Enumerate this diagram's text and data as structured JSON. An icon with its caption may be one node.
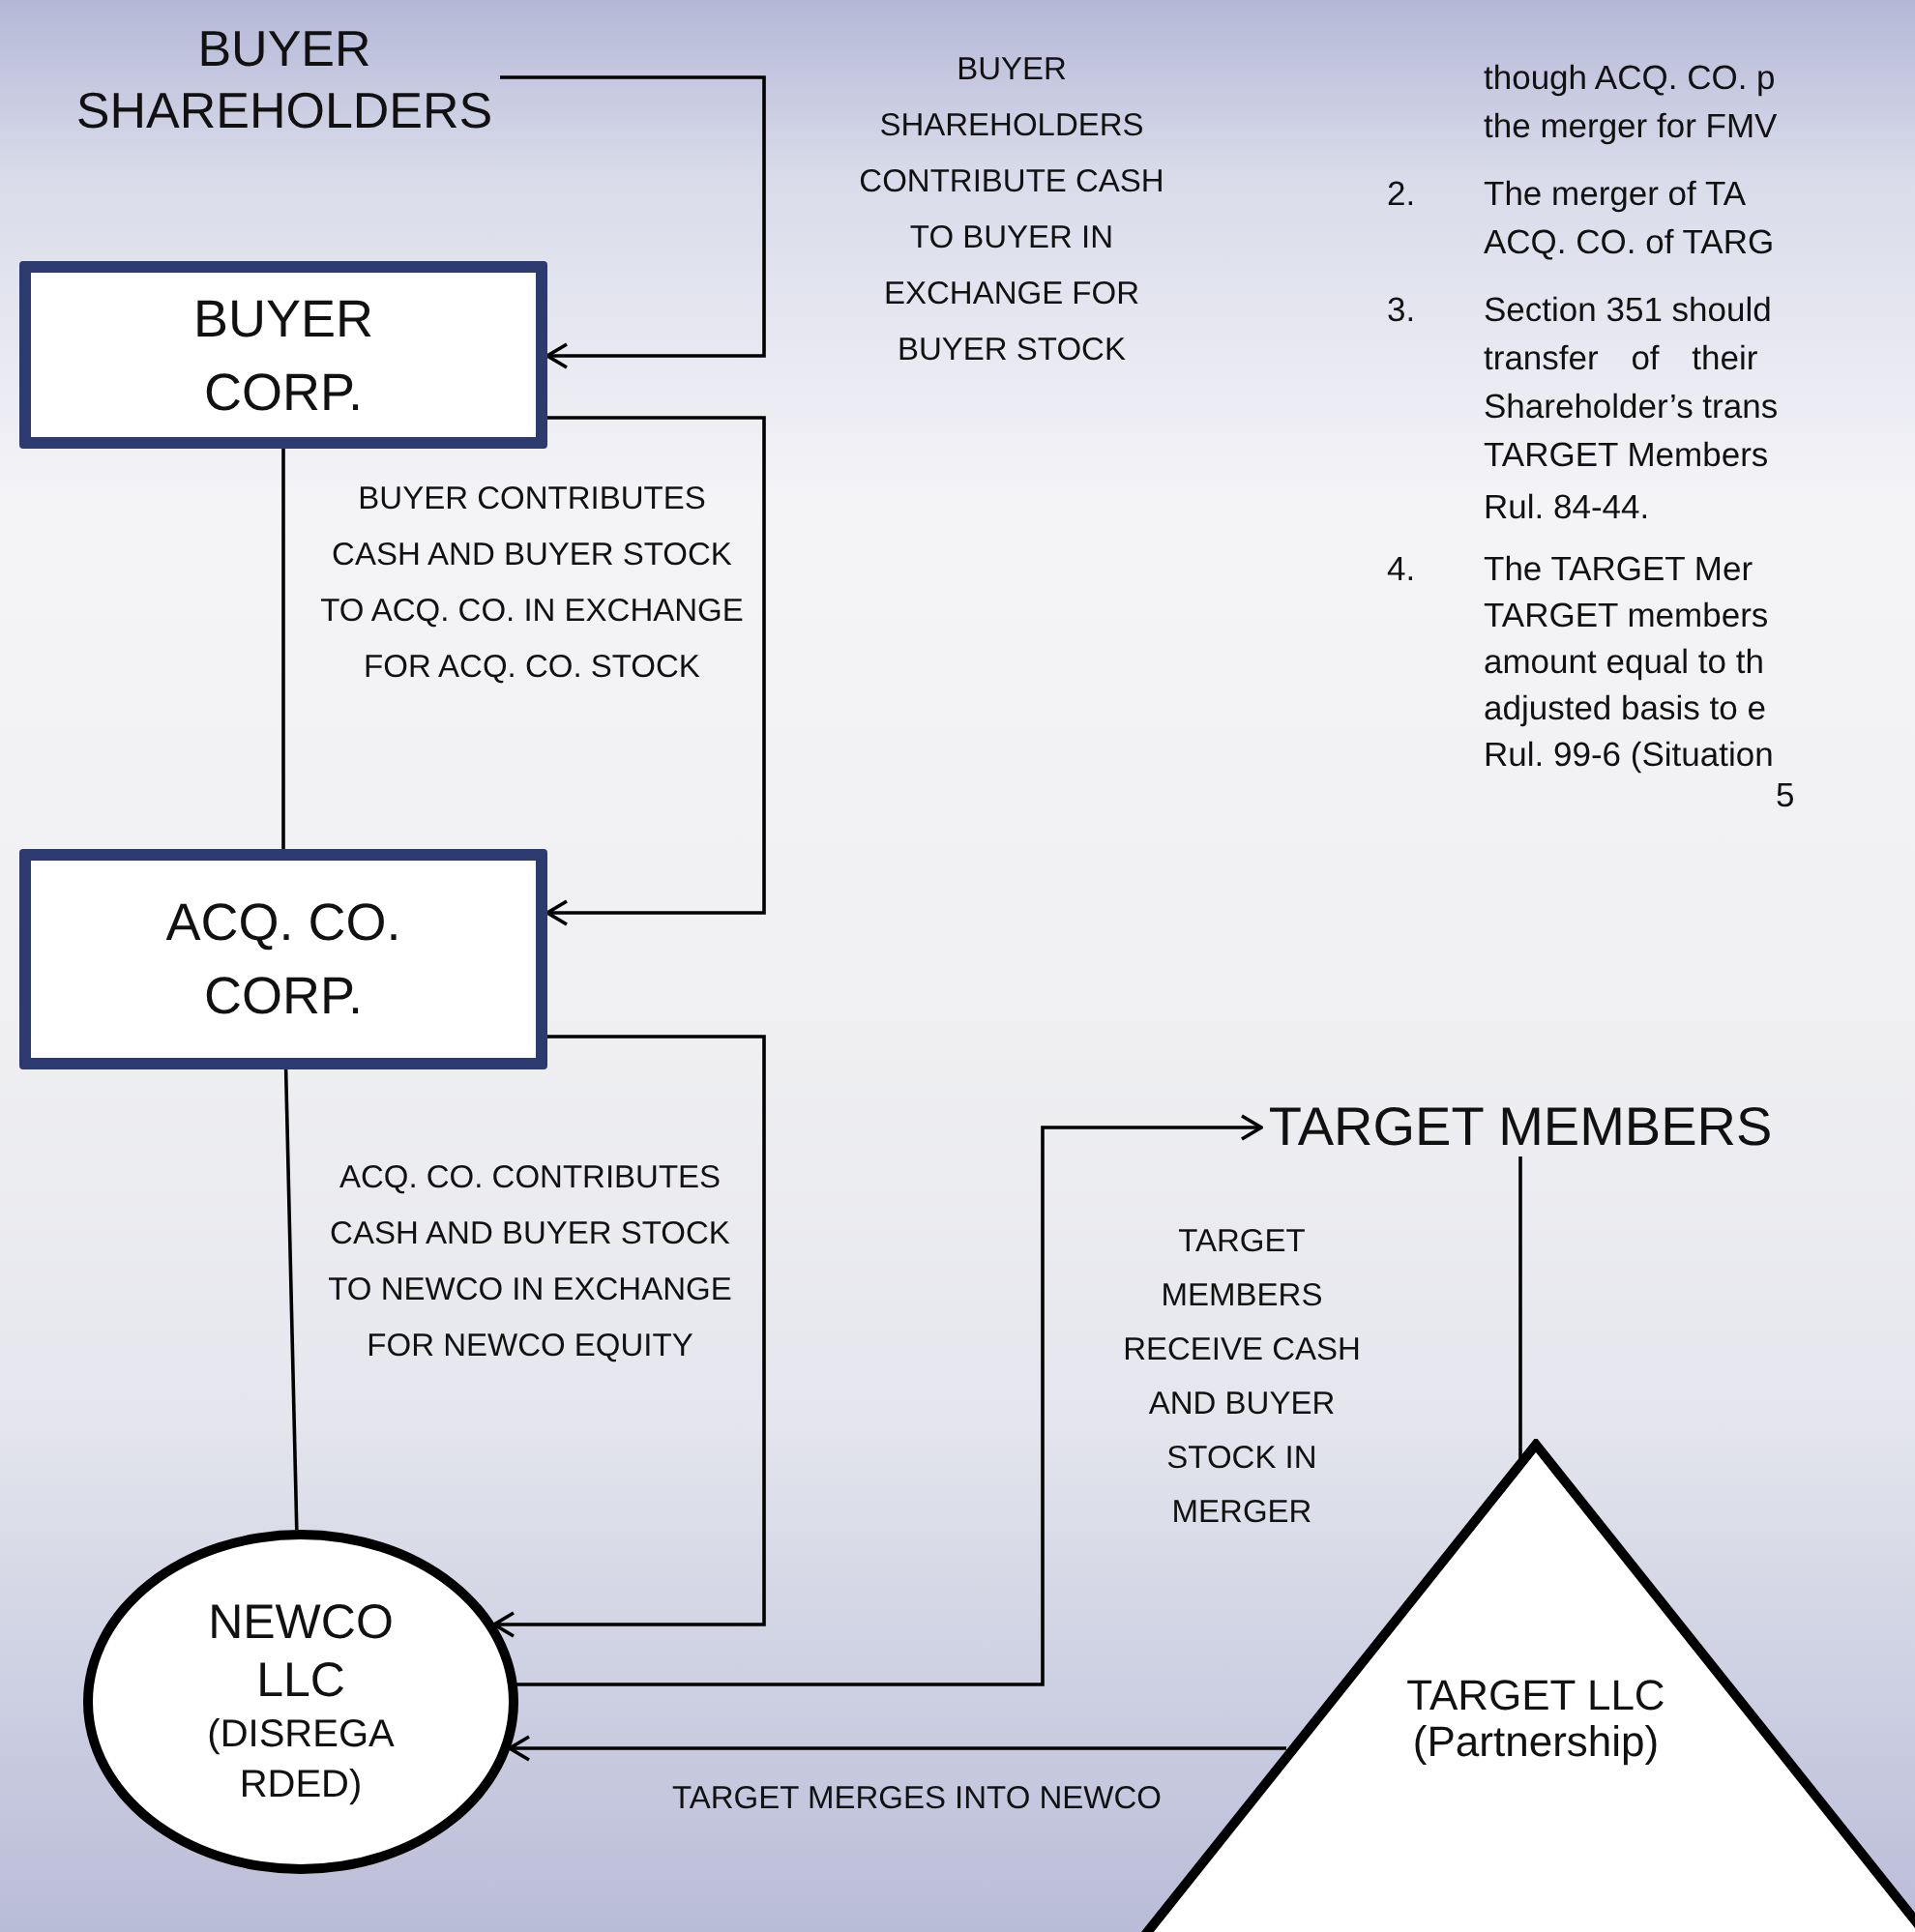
{
  "diagram": {
    "nodes": [
      {
        "text": [
          "BUYER SHAREHOLDERS"
        ]
      },
      {
        "text": [
          "BUYER CORP."
        ]
      },
      {
        "text": [
          "ACQ.  CO. CORP."
        ]
      },
      {
        "text": [
          "NEWCO LLC",
          "(DISREGA RDED)"
        ]
      },
      {
        "text": [
          "TARGET MEMBERS"
        ]
      },
      {
        "text": [
          "TARGET LLC",
          "(Partnership)"
        ]
      }
    ],
    "edges": [
      {
        "from": 0,
        "to": 1,
        "arrow": "to",
        "label": "BUYER SHAREHOLDERS CONTRIBUTE CASH TO BUYER IN EXCHANGE FOR BUYER STOCK"
      },
      {
        "from": 1,
        "to": 2,
        "arrow": "none"
      },
      {
        "from": 1,
        "to": 2,
        "arrow": "to",
        "label": "BUYER CONTRIBUTES CASH AND BUYER STOCK TO ACQ. CO. IN EXCHANGE FOR ACQ. CO. STOCK"
      },
      {
        "from": 2,
        "to": 3,
        "arrow": "none"
      },
      {
        "from": 2,
        "to": 3,
        "arrow": "to",
        "label": "ACQ. CO. CONTRIBUTES CASH AND BUYER STOCK TO NEWCO IN EXCHANGE FOR NEWCO EQUITY"
      },
      {
        "from": 3,
        "to": 4,
        "arrow": "to",
        "label": "TARGET MEMBERS RECEIVE CASH AND BUYER STOCK IN MERGER"
      },
      {
        "from": 4,
        "to": 5,
        "arrow": "none"
      },
      {
        "from": 5,
        "to": 3,
        "arrow": "to",
        "label": "TARGET MERGES INTO NEWCO"
      }
    ],
    "labels": [
      "though ACQ. CO. p",
      "the merger for FMV",
      "2.",
      "The merger of TA",
      "ACQ. CO. of TARG",
      "3.",
      "Section 351 should",
      "transfer of their",
      "Shareholder’s trans",
      "TARGET Members",
      "Rul. 84-44.",
      "4.",
      "The TARGET Mer",
      "TARGET members",
      "amount equal to th",
      "adjusted basis to e",
      "Rul. 99-6 (Situation",
      "5"
    ]
  }
}
